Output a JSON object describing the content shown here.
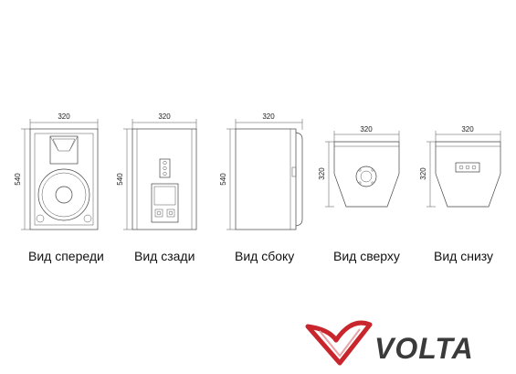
{
  "views": [
    {
      "caption": "Вид спереди",
      "width_label": "320",
      "height_label": "540"
    },
    {
      "caption": "Вид сзади",
      "width_label": "320",
      "height_label": "540"
    },
    {
      "caption": "Вид сбоку",
      "width_label": "320",
      "height_label": "540"
    },
    {
      "caption": "Вид сверху",
      "width_label": "320",
      "height_label": "320"
    },
    {
      "caption": "Вид снизу",
      "width_label": "320",
      "height_label": "320"
    }
  ],
  "logo": {
    "text": "VOLTA",
    "colors": {
      "swoosh": "#c8262c",
      "text": "#3a3a3a"
    }
  }
}
